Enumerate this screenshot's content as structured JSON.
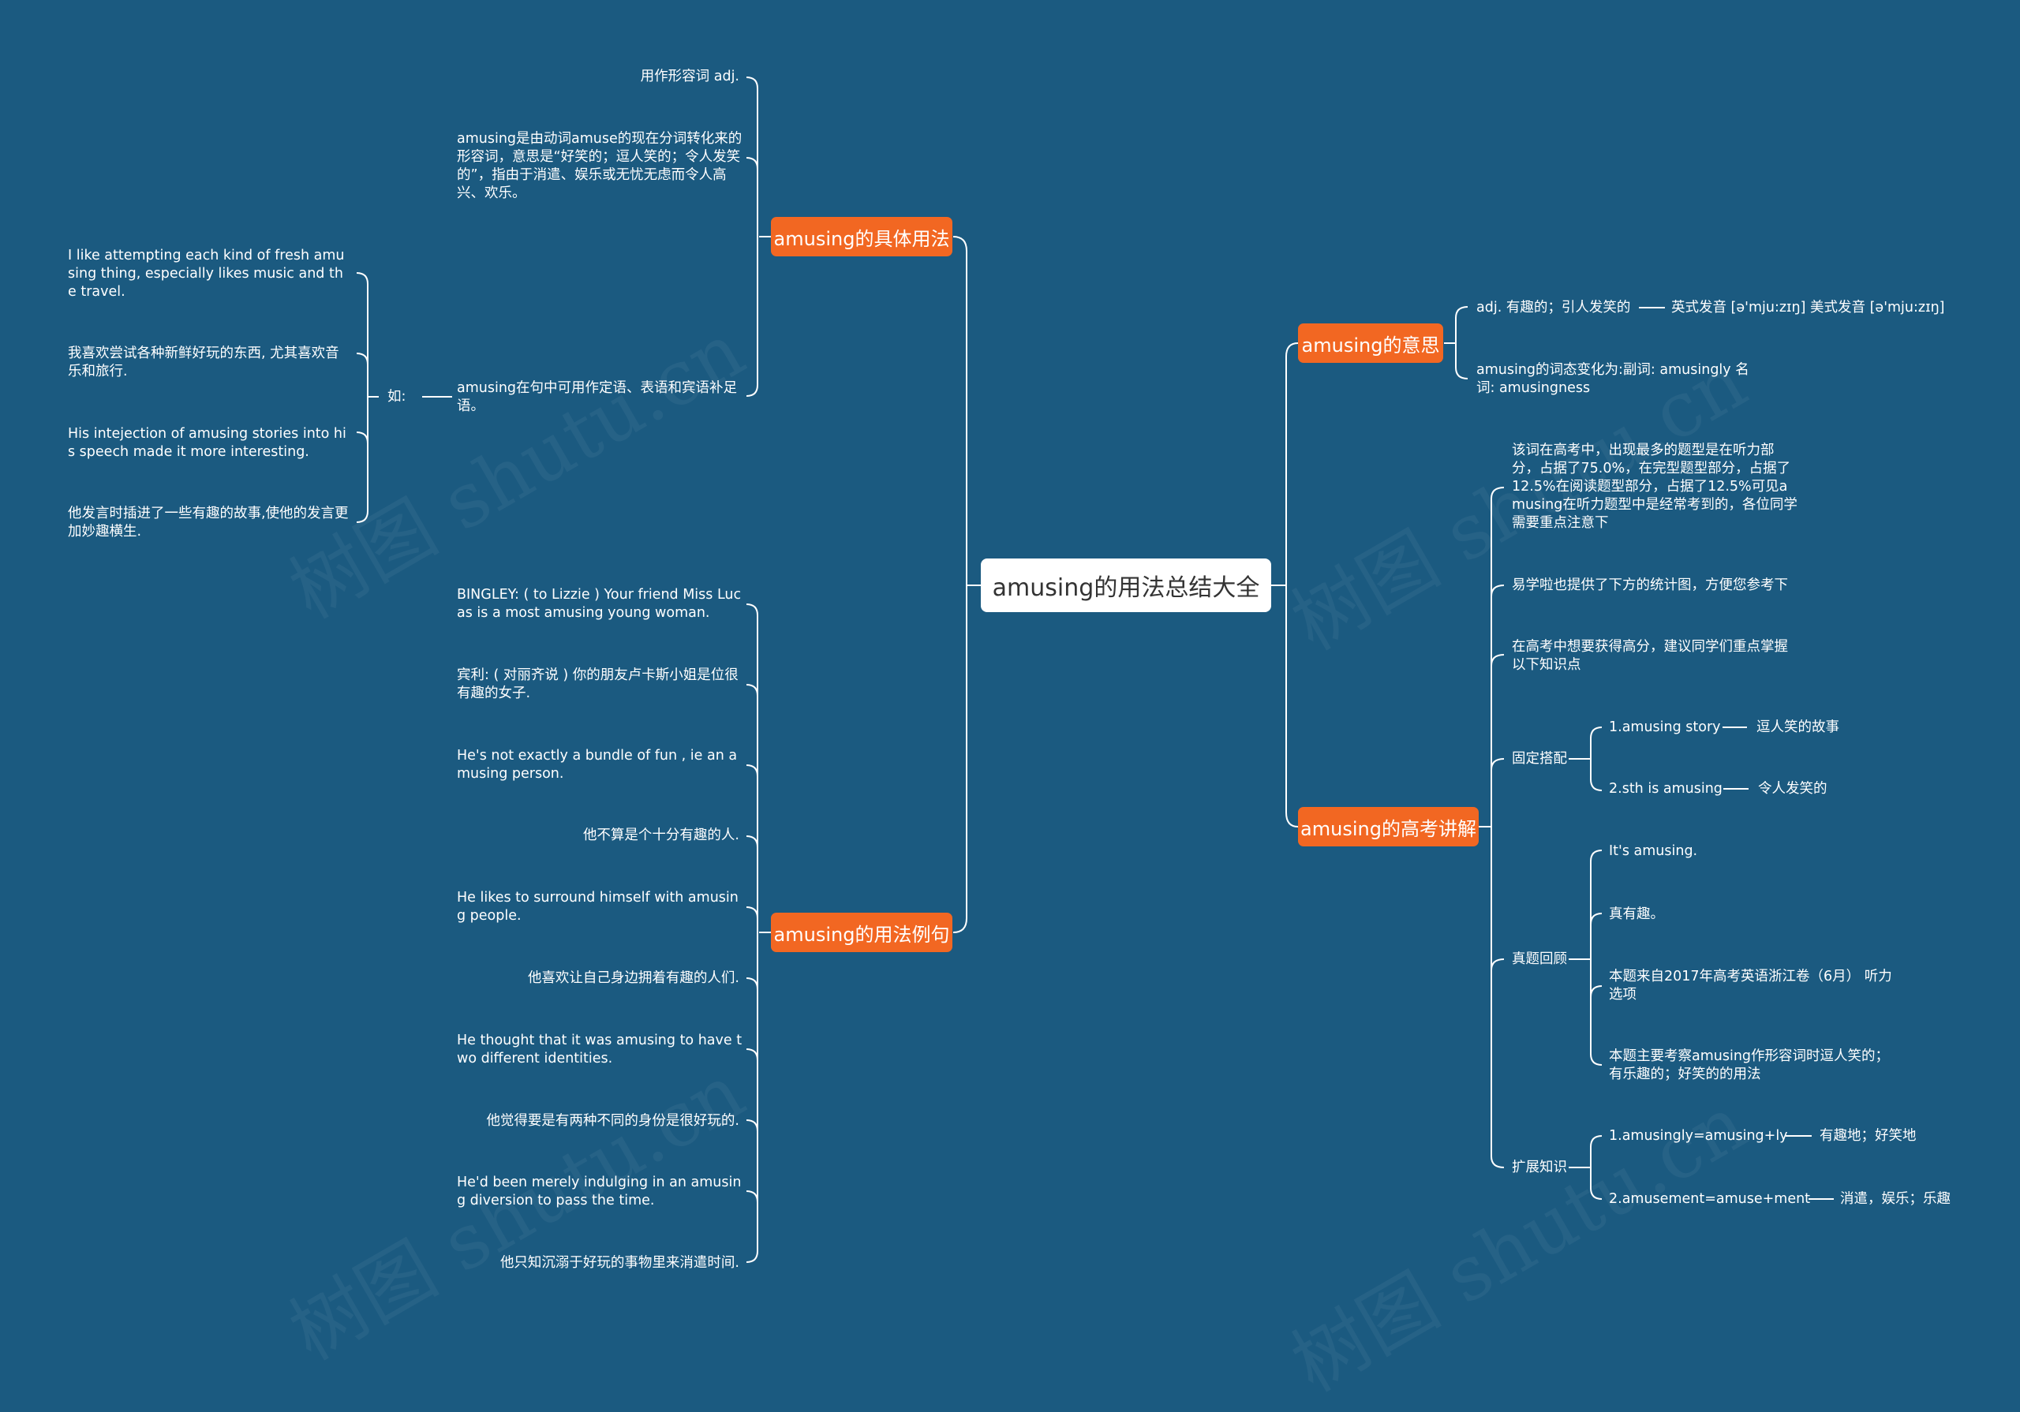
{
  "root": "amusing的用法总结大全",
  "watermark": "树图 shutu.cn",
  "colors": {
    "background": "#1b5a80",
    "branch": "#f26722",
    "root_bg": "#ffffff",
    "text": "#ffffff"
  },
  "left": {
    "usage": {
      "label": "amusing的具体用法",
      "pos": "用作形容词 adj.",
      "definition": "amusing是由动词amuse的现在分词转化来的形容词，意思是“好笑的；逗人笑的；令人发笑的”，指由于消遣、娱乐或无忧无虑而令人高兴、欢乐。",
      "function": "amusing在句中可用作定语、表语和宾语补足语。",
      "example_label": "如:",
      "examples": [
        "I like attempting each kind of fresh amusing thing, especially likes music and the travel.",
        "我喜欢尝试各种新鲜好玩的东西, 尤其喜欢音乐和旅行.",
        "His intejection of amusing stories into his  speech made it more interesting.",
        "他发言时插进了一些有趣的故事,使他的发言更加妙趣横生."
      ]
    },
    "sentences": {
      "label": "amusing的用法例句",
      "items": [
        "BINGLEY: ( to Lizzie ) Your friend Miss Lucas is a most amusing young woman.",
        "宾利: ( 对丽齐说 ) 你的朋友卢卡斯小姐是位很有趣的女子.",
        "He's not exactly a bundle of fun , ie an amusing person.",
        "他不算是个十分有趣的人.",
        "He likes to surround himself with amusing people.",
        "他喜欢让自己身边拥着有趣的人们.",
        "He thought that it was amusing to have two different identities.",
        "他觉得要是有两种不同的身份是很好玩的.",
        "He'd been merely indulging in an amusing diversion to pass the time.",
        "他只知沉溺于好玩的事物里来消遣时间."
      ]
    }
  },
  "right": {
    "meaning": {
      "label": "amusing的意思",
      "adj": "adj. 有趣的；引人发笑的",
      "pronunciation": "英式发音 [ə'mju:zɪŋ] 美式发音 [ə'mju:zɪŋ]",
      "forms": "amusing的词态变化为:副词: amusingly 名词: amusingness"
    },
    "exam": {
      "label": "amusing的高考讲解",
      "stat": "该词在高考中，出现最多的题型是在听力部分，占据了75.0%，在完型题型部分，占据了12.5%在阅读题型部分，占据了12.5%可见amusing在听力题型中是经常考到的，各位同学需要重点注意下",
      "chart_note": "易学啦也提供了下方的统计图，方便您参考下",
      "advice": "在高考中想要获得高分，建议同学们重点掌握以下知识点",
      "collocation": {
        "label": "固定搭配",
        "items": [
          {
            "en": "1.amusing story",
            "cn": "逗人笑的故事"
          },
          {
            "en": "2.sth is amusing",
            "cn": "令人发笑的"
          }
        ]
      },
      "review": {
        "label": "真题回顾",
        "items": [
          "It's amusing.",
          "真有趣。",
          "本题来自2017年高考英语浙江卷（6月） 听力 选项",
          "本题主要考察amusing作形容词时逗人笑的；有乐趣的；好笑的的用法"
        ]
      },
      "extension": {
        "label": "扩展知识",
        "items": [
          {
            "en": "1.amusingly=amusing+ly",
            "cn": "有趣地；好笑地"
          },
          {
            "en": "2.amusement=amuse+ment",
            "cn": "消遣，娱乐；乐趣"
          }
        ]
      }
    }
  }
}
